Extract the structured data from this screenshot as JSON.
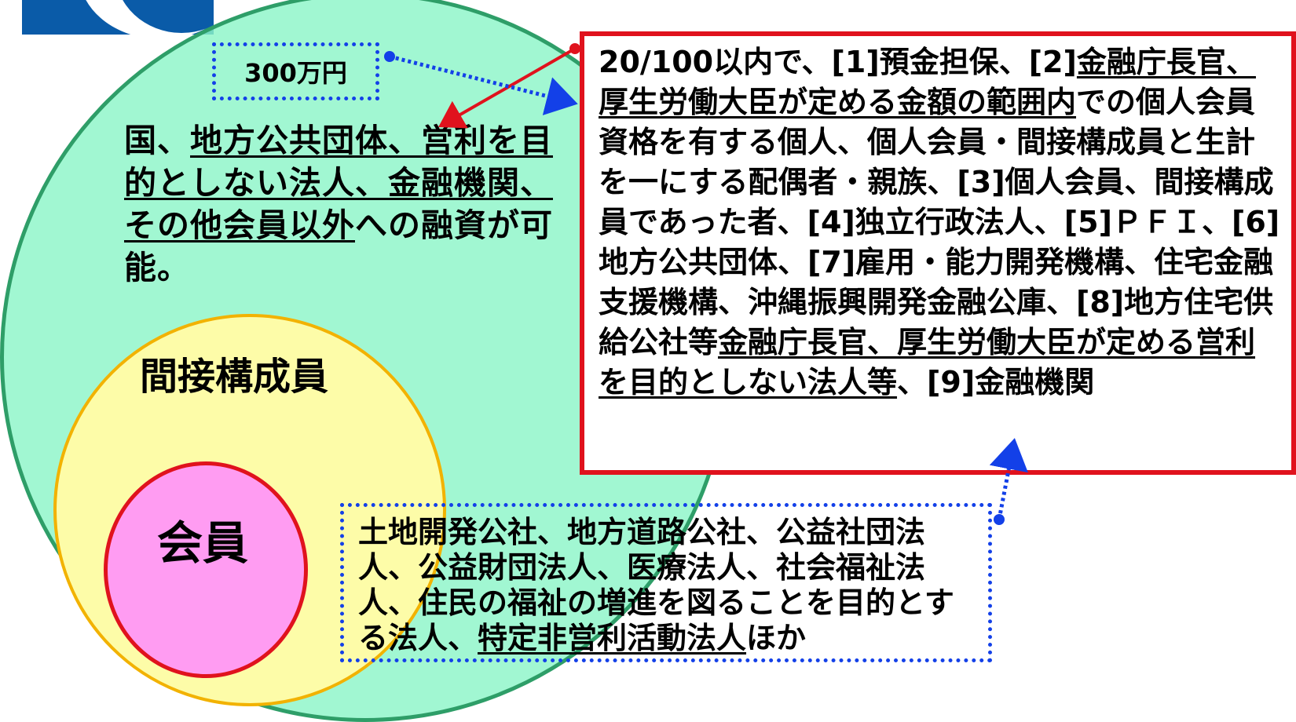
{
  "labels": {
    "amount": "300万円",
    "indirect_members": "間接構成員",
    "members": "会員"
  },
  "outside_text": {
    "p1": "国、",
    "p2": "地方公共団体、営利を目的としない法人、金融機関、その他会員以外",
    "p3": "への融資が可能。"
  },
  "limit_text": {
    "s1": "20/100以内で、[1]預金担保、[2]",
    "s2": "金融庁長官、厚生労働大臣が定める金額の範囲内",
    "s3": "での個人会員資格を有する個人、個人会員・間接構成員と生計を一にする配偶者・親族、[3]個人会員、間接構成員であった者、[4]独立行政法人、[5]ＰＦＩ、[6]地方公共団体、[7]雇用・能力開発機構、住宅金融支援機構、沖縄振興開発金融公庫、[8]地方住宅供給公社等",
    "s4": "金融庁長官、厚生労働大臣が定める営利を目的としない法人等",
    "s5": "、[9]金融機関"
  },
  "examples_text": {
    "e1": "土地開発公社、地方道路公社、公益社団法人、公益財団法人、医療法人、社会福祉法人、住民の福祉の増進を図ることを目的とする法人、",
    "e2": "特定非営利活動法人",
    "e3": "ほか"
  },
  "colors": {
    "outer_circle": "#8cf5c8",
    "indirect_circle": "#fdfca8",
    "member_circle": "#ff9cf2",
    "red_border": "#e0121d",
    "blue_dotted": "#1340e8"
  }
}
